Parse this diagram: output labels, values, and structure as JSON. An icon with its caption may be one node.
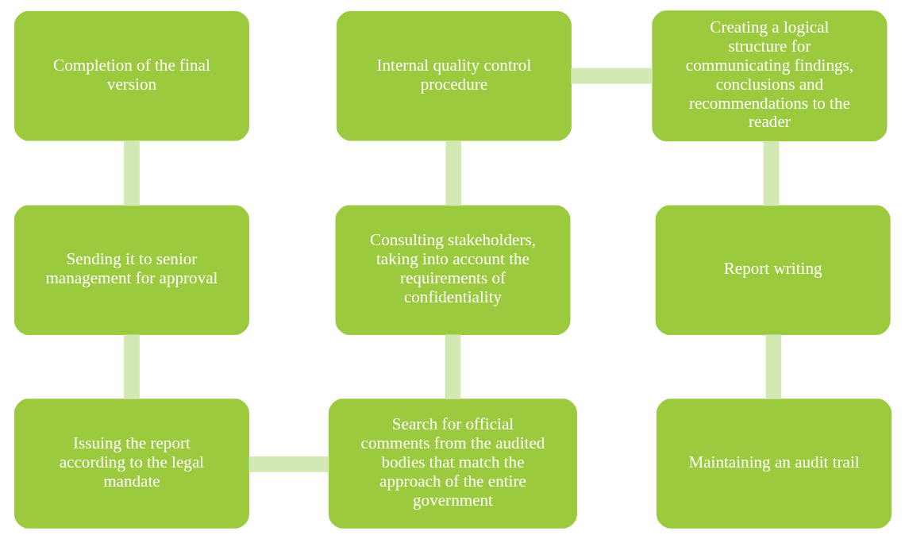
{
  "diagram": {
    "nodes": [
      {
        "text": [
          "Completion of the final version"
        ]
      },
      {
        "text": [
          "Internal quality control procedure"
        ]
      },
      {
        "text": [
          "Creating a logical structure for communicating findings, conclusions and recommendations to the reader"
        ]
      },
      {
        "text": [
          "Sending it to senior management for approval"
        ]
      },
      {
        "text": [
          "Consulting stakeholders, taking into account the requirements of confidentiality"
        ]
      },
      {
        "text": [
          "Report writing"
        ]
      },
      {
        "text": [
          "Issuing the report according to the legal mandate"
        ]
      },
      {
        "text": [
          "Search for official comments from the audited bodies that match the approach of the entire government"
        ]
      },
      {
        "text": [
          "Maintaining an audit trail"
        ]
      }
    ],
    "edges": [
      {
        "from": 0,
        "to": 3,
        "arrow": "none"
      },
      {
        "from": 3,
        "to": 6,
        "arrow": "none"
      },
      {
        "from": 6,
        "to": 7,
        "arrow": "none"
      },
      {
        "from": 4,
        "to": 7,
        "arrow": "none"
      },
      {
        "from": 1,
        "to": 4,
        "arrow": "none"
      },
      {
        "from": 1,
        "to": 2,
        "arrow": "none"
      },
      {
        "from": 2,
        "to": 5,
        "arrow": "none"
      },
      {
        "from": 5,
        "to": 8,
        "arrow": "none"
      }
    ]
  }
}
